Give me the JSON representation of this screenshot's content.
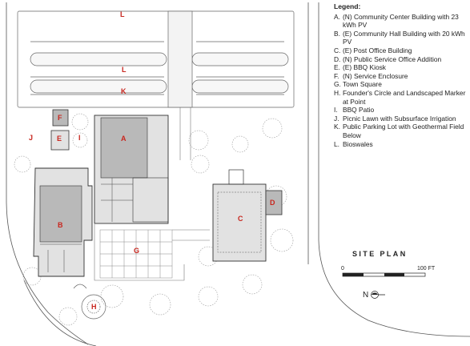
{
  "legend": {
    "title": "Legend:",
    "items": [
      {
        "key": "A.",
        "text": "(N) Community Center Building with 23 kWh PV"
      },
      {
        "key": "B.",
        "text": "(E) Community Hall Building with 20 kWh PV"
      },
      {
        "key": "C.",
        "text": "(E) Post Office Building"
      },
      {
        "key": "D.",
        "text": "(N) Public Service Office Addition"
      },
      {
        "key": "E.",
        "text": "(E) BBQ Kiosk"
      },
      {
        "key": "F.",
        "text": "(N) Service Enclosure"
      },
      {
        "key": "G.",
        "text": "Town Square"
      },
      {
        "key": "H.",
        "text": "Founder's Circle and Landscaped Marker at Point"
      },
      {
        "key": "I.",
        "text": "BBQ Patio"
      },
      {
        "key": "J.",
        "text": "Picnic Lawn with Subsurface Irrigation"
      },
      {
        "key": "K.",
        "text": "Public Parking Lot with Geothermal Field Below"
      },
      {
        "key": "L.",
        "text": "Bioswales"
      }
    ]
  },
  "plan_labels": {
    "L_top": "L",
    "L_mid": "L",
    "K": "K",
    "F": "F",
    "J": "J",
    "E": "E",
    "I": "I",
    "A": "A",
    "B": "B",
    "C": "C",
    "D": "D",
    "G": "G",
    "H": "H"
  },
  "title": "SITE PLAN",
  "scale": {
    "start": "0",
    "end": "100 FT"
  },
  "north": "N",
  "colors": {
    "label": "#c8261e",
    "building_dark": "#b9b9b9",
    "building_light": "#e2e2e2",
    "line": "#444444"
  }
}
